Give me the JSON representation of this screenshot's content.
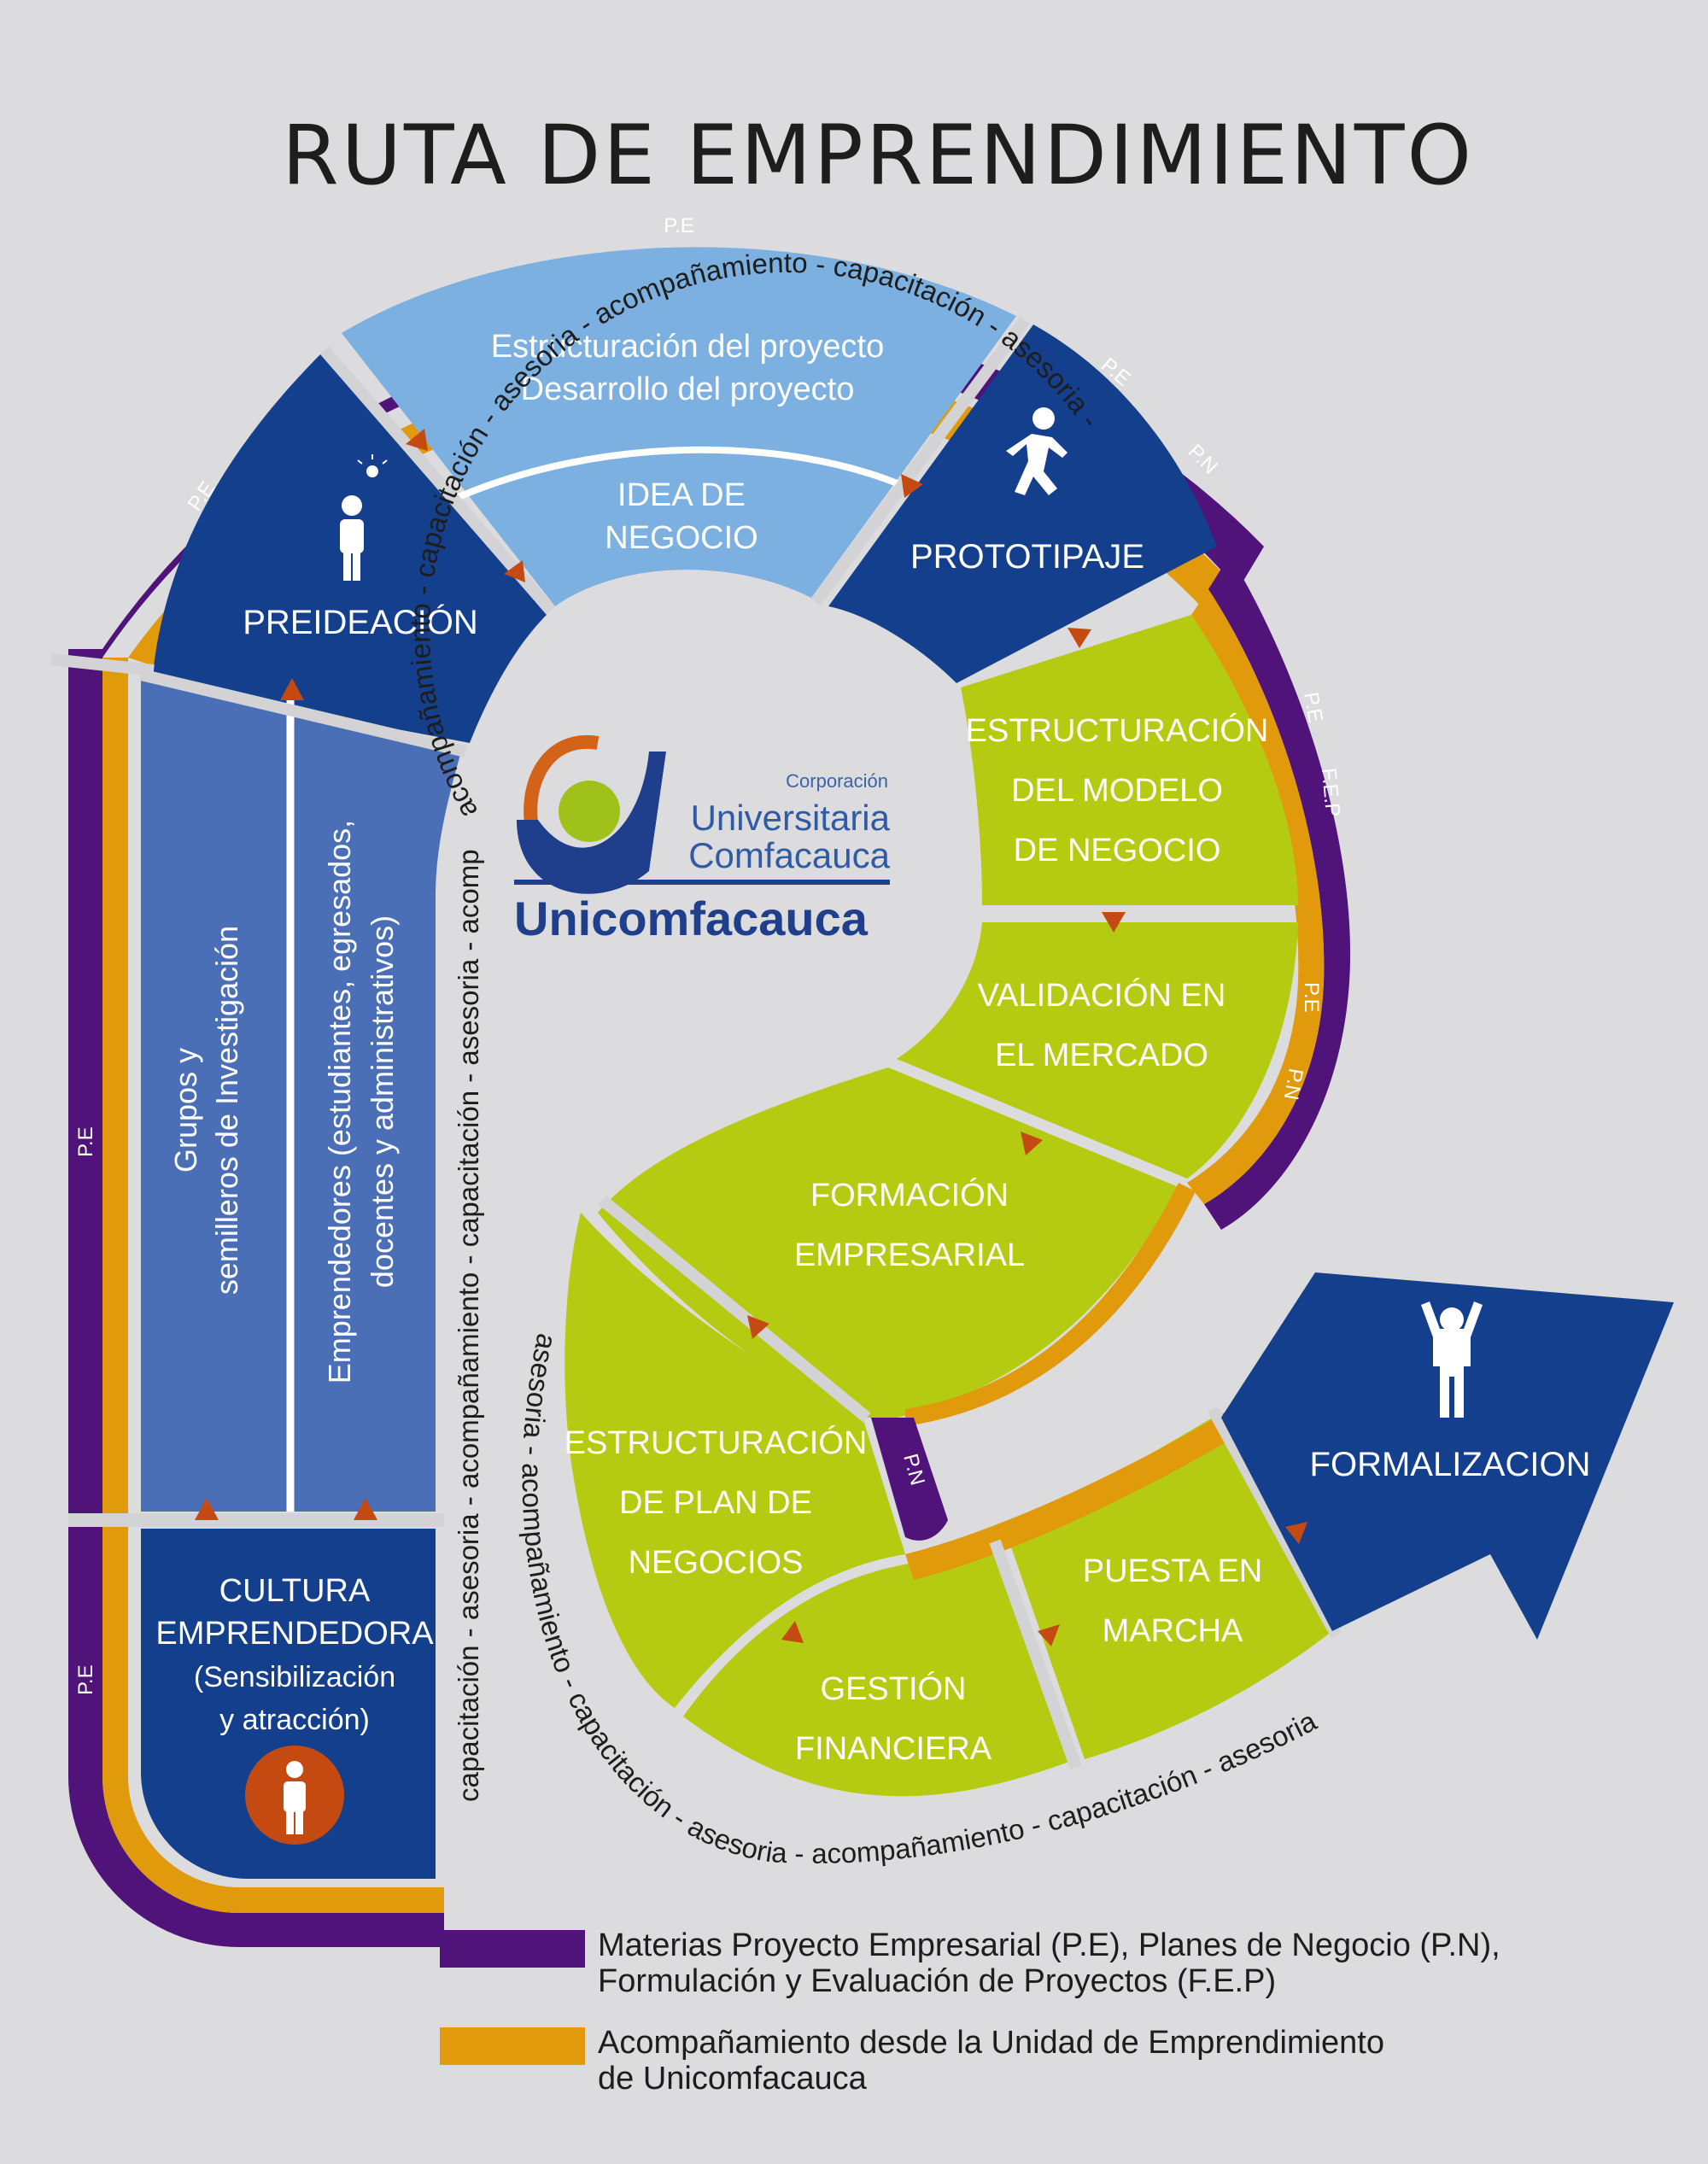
{
  "title": "RUTA DE EMPRENDIMIENTO",
  "colors": {
    "background": "#dcdcde",
    "dark_blue": "#133f8d",
    "mid_blue": "#4b6fb6",
    "light_blue": "#7bb0e0",
    "lime": "#b5cb12",
    "purple": "#4f137a",
    "orange": "#e09a0c",
    "arrow_red": "#c44a12",
    "divider": "#d3d3d5"
  },
  "bands": {
    "pe": "P.E",
    "pn": "P.N",
    "fep": "F.E.P"
  },
  "stages": {
    "idea_top_line1": "Estructuración del proyecto",
    "idea_top_line2": "Desarrollo del proyecto",
    "idea_line1": "IDEA DE",
    "idea_line2": "NEGOCIO",
    "preideacion": "PREIDEACIÓN",
    "prototipaje": "PROTOTIPAJE",
    "modelo_line1": "ESTRUCTURACIÓN",
    "modelo_line2": "DEL MODELO",
    "modelo_line3": "DE NEGOCIO",
    "validacion_line1": "VALIDACIÓN EN",
    "validacion_line2": "EL MERCADO",
    "formacion_line1": "FORMACIÓN",
    "formacion_line2": "EMPRESARIAL",
    "plan_line1": "ESTRUCTURACIÓN",
    "plan_line2": "DE PLAN DE",
    "plan_line3": "NEGOCIOS",
    "gestion_line1": "GESTIÓN",
    "gestion_line2": "FINANCIERA",
    "puesta_line1": "PUESTA EN",
    "puesta_line2": "MARCHA",
    "formalizacion": "FORMALIZACION",
    "cultura_line1": "CULTURA",
    "cultura_line2": "EMPRENDEDORA",
    "cultura_line3": "(Sensibilización",
    "cultura_line4": "y atracción)",
    "grupos_line1": "Grupos y",
    "grupos_line2": "semilleros de Investigación",
    "empr_line1": "Emprendedores (estudiantes, egresados,",
    "empr_line2": "docentes y administrativos)"
  },
  "support_track": {
    "inner_spiral": "acompañamiento - capacitación - asesoria - acompañamiento - capacitación - asesoria -",
    "left_vertical": "capacitación - asesoria - acompañamiento - capacitación - asesoria - acompañamiento",
    "lower_curve": "asesoria - acompañamiento - capacitación - asesoria - acompañamiento - capacitación - asesoria"
  },
  "logo": {
    "small": "Corporación",
    "line1": "Universitaria",
    "line2": "Comfacauca",
    "brand": "Unicomfacauca"
  },
  "legend": [
    {
      "color": "#4f137a",
      "line1": "Materias Proyecto Empresarial (P.E), Planes de Negocio (P.N),",
      "line2": "Formulación y Evaluación de Proyectos (F.E.P)"
    },
    {
      "color": "#e09a0c",
      "line1": "Acompañamiento desde la Unidad de Emprendimiento",
      "line2": "de Unicomfacauca"
    }
  ],
  "icons": {
    "preideacion": "person-lightbulb-icon",
    "prototipaje": "person-walking-icon",
    "formalizacion": "person-cheering-icon",
    "cultura": "person-icon"
  }
}
